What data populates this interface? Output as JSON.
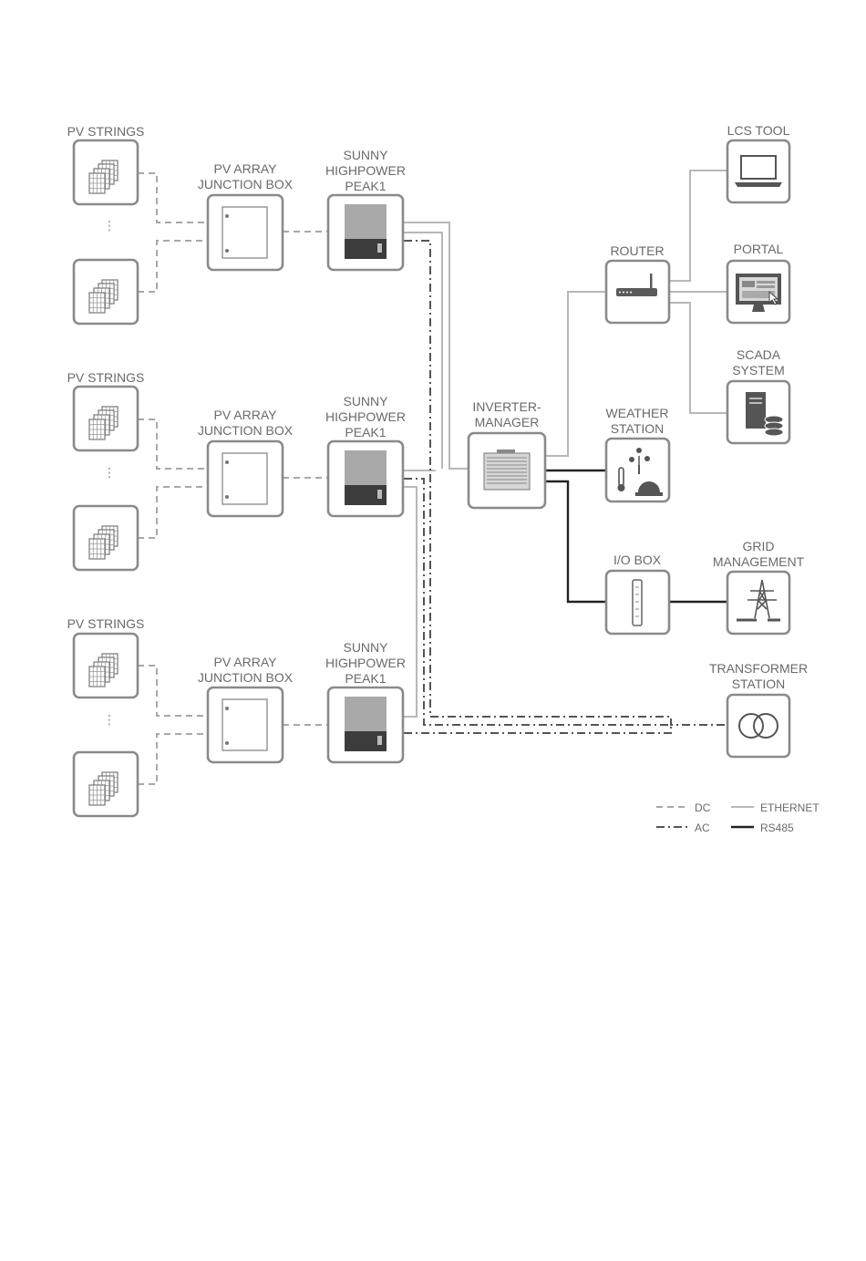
{
  "labels": {
    "pv_strings_1": "PV STRINGS",
    "pv_strings_2": "PV STRINGS",
    "pv_strings_3": "PV STRINGS",
    "jb_1": [
      "PV ARRAY",
      "JUNCTION BOX"
    ],
    "jb_2": [
      "PV ARRAY",
      "JUNCTION BOX"
    ],
    "jb_3": [
      "PV ARRAY",
      "JUNCTION BOX"
    ],
    "inv_1": [
      "SUNNY",
      "HIGHPOWER",
      "PEAK1"
    ],
    "inv_2": [
      "SUNNY",
      "HIGHPOWER",
      "PEAK1"
    ],
    "inv_3": [
      "SUNNY",
      "HIGHPOWER",
      "PEAK1"
    ],
    "inverter_manager": [
      "INVERTER-",
      "MANAGER"
    ],
    "router": "ROUTER",
    "lcs_tool": "LCS TOOL",
    "portal": "PORTAL",
    "scada": [
      "SCADA",
      "SYSTEM"
    ],
    "weather": [
      "WEATHER",
      "STATION"
    ],
    "io_box": "I/O BOX",
    "grid": [
      "GRID",
      "MANAGEMENT"
    ],
    "transformer": [
      "TRANSFORMER",
      "STATION"
    ]
  },
  "legend": {
    "dc": "DC",
    "ac": "AC",
    "ethernet": "ETHERNET",
    "rs485": "RS485"
  },
  "colors": {
    "box_stroke": "#8a8a8a",
    "text": "#6a6a6a",
    "ethernet": "#b8b8b8",
    "dc": "#a8a8a8",
    "ac": "#555555",
    "rs485": "#222222"
  }
}
